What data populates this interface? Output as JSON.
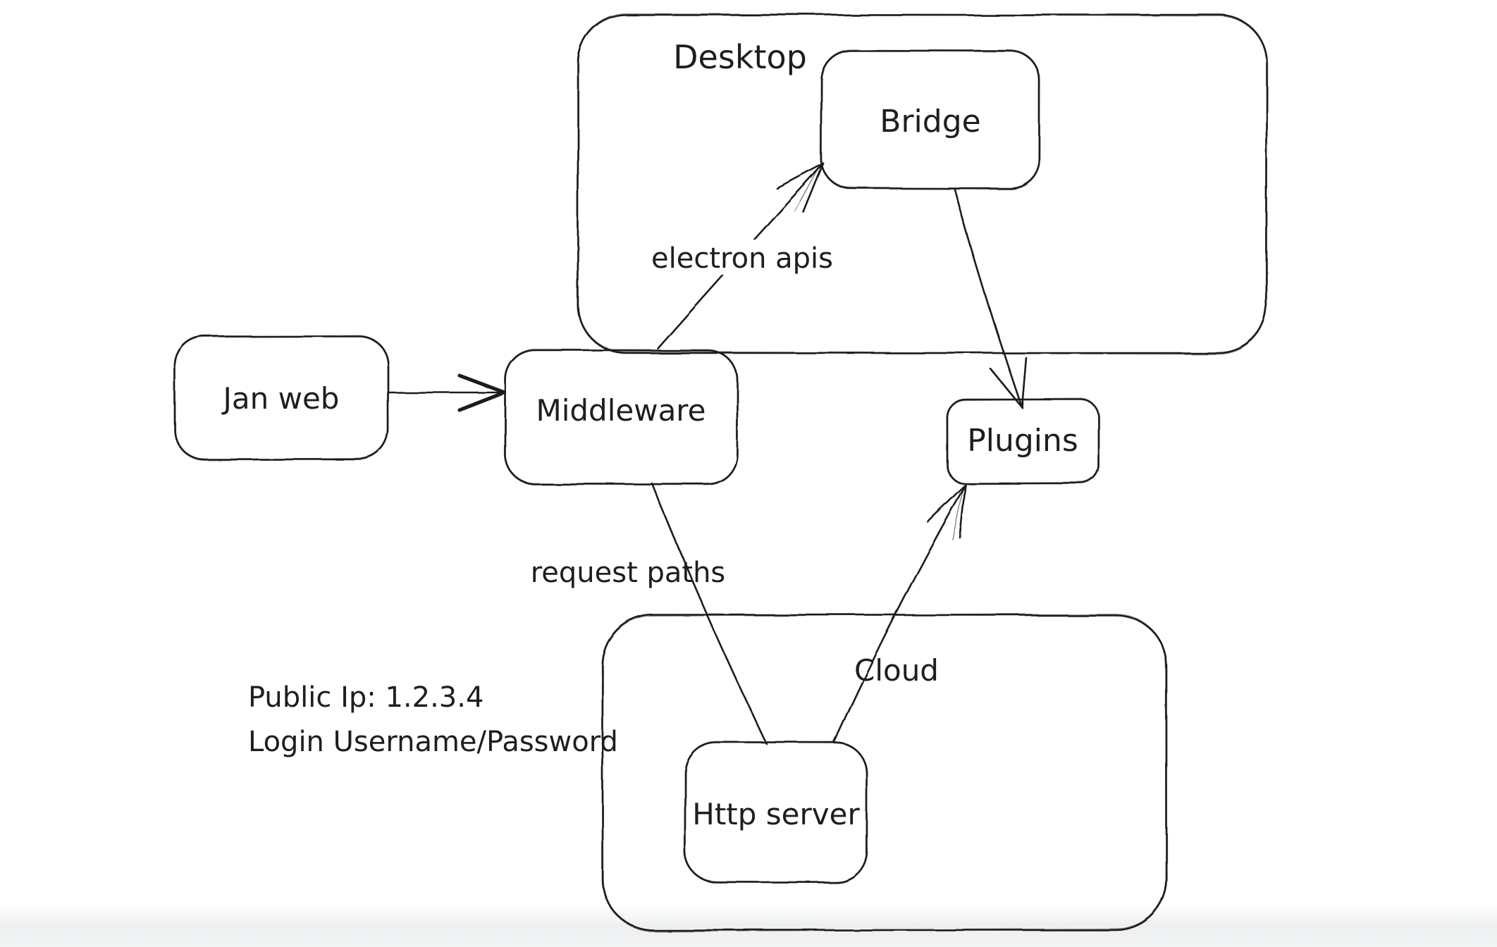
{
  "canvas": {
    "background": "#ffffff",
    "stroke_color": "#1e1e1e",
    "bottom_shade_color": "#eff0f1"
  },
  "nodes": {
    "desktop": {
      "label": "Desktop"
    },
    "bridge": {
      "label": "Bridge"
    },
    "jan_web": {
      "label": "Jan web"
    },
    "middleware": {
      "label": "Middleware"
    },
    "plugins": {
      "label": "Plugins"
    },
    "cloud": {
      "label": "Cloud"
    },
    "http_server": {
      "label": "Http server"
    }
  },
  "edge_labels": {
    "electron_apis": "electron apis",
    "request_paths": "request paths"
  },
  "annotations": {
    "public_ip": "Public Ip: 1.2.3.4",
    "login": "Login Username/Password"
  }
}
